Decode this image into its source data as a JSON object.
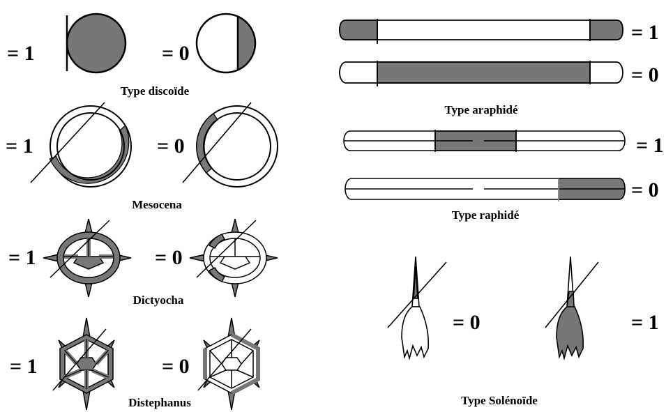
{
  "labels": {
    "discoide": "Type discoïde",
    "mesocena": "Mesocena",
    "dictyocha": "Dictyocha",
    "distephanus": "Distephanus",
    "araphide": "Type araphidé",
    "raphide": "Type raphidé",
    "solenoide": "Type Solénoïde"
  },
  "values": {
    "discoide_a": "= 1",
    "discoide_b": "= 0",
    "mesocena_a": "= 1",
    "mesocena_b": "= 0",
    "dictyocha_a": "= 1",
    "dictyocha_b": "= 0",
    "distephanus_a": "= 1",
    "distephanus_b": "= 0",
    "araphide_a": "= 1",
    "araphide_b": "= 0",
    "raphide_a": "= 1",
    "raphide_b": "= 0",
    "solenoide_a": "= 0",
    "solenoide_b": "= 1"
  },
  "colors": {
    "fill": "#777777",
    "line": "#000000",
    "background": "#ffffff"
  }
}
